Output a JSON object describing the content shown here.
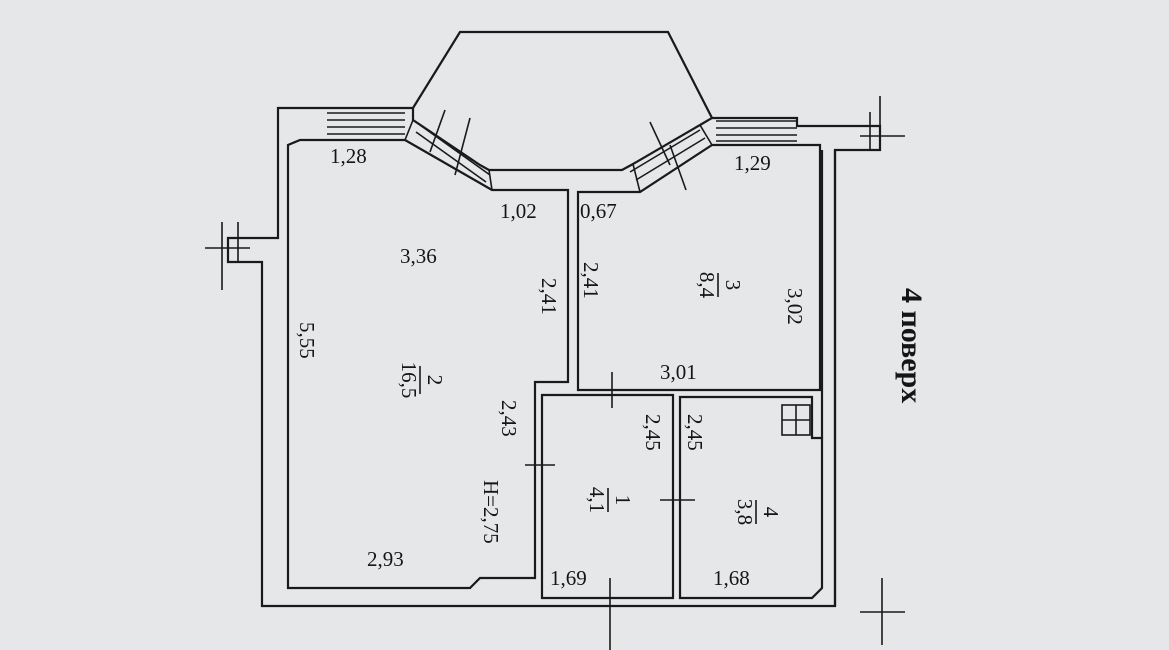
{
  "floor_label": "4 поверх",
  "ceiling_height": "H=2,75",
  "rooms": [
    {
      "number": "1",
      "area": "4,1"
    },
    {
      "number": "2",
      "area": "16,5"
    },
    {
      "number": "3",
      "area": "8,4"
    },
    {
      "number": "4",
      "area": "3,8"
    }
  ],
  "dimensions": {
    "d_1_28": "1,28",
    "d_1_29": "1,29",
    "d_1_02": "1,02",
    "d_0_67": "0,67",
    "d_3_36": "3,36",
    "d_3_02": "3,02",
    "d_2_41_a": "2,41",
    "d_2_41_b": "2,41",
    "d_5_55": "5,55",
    "d_3_01": "3,01",
    "d_2_43": "2,43",
    "d_2_45_a": "2,45",
    "d_2_45_b": "2,45",
    "d_2_93": "2,93",
    "d_1_69": "1,69",
    "d_1_68": "1,68"
  }
}
